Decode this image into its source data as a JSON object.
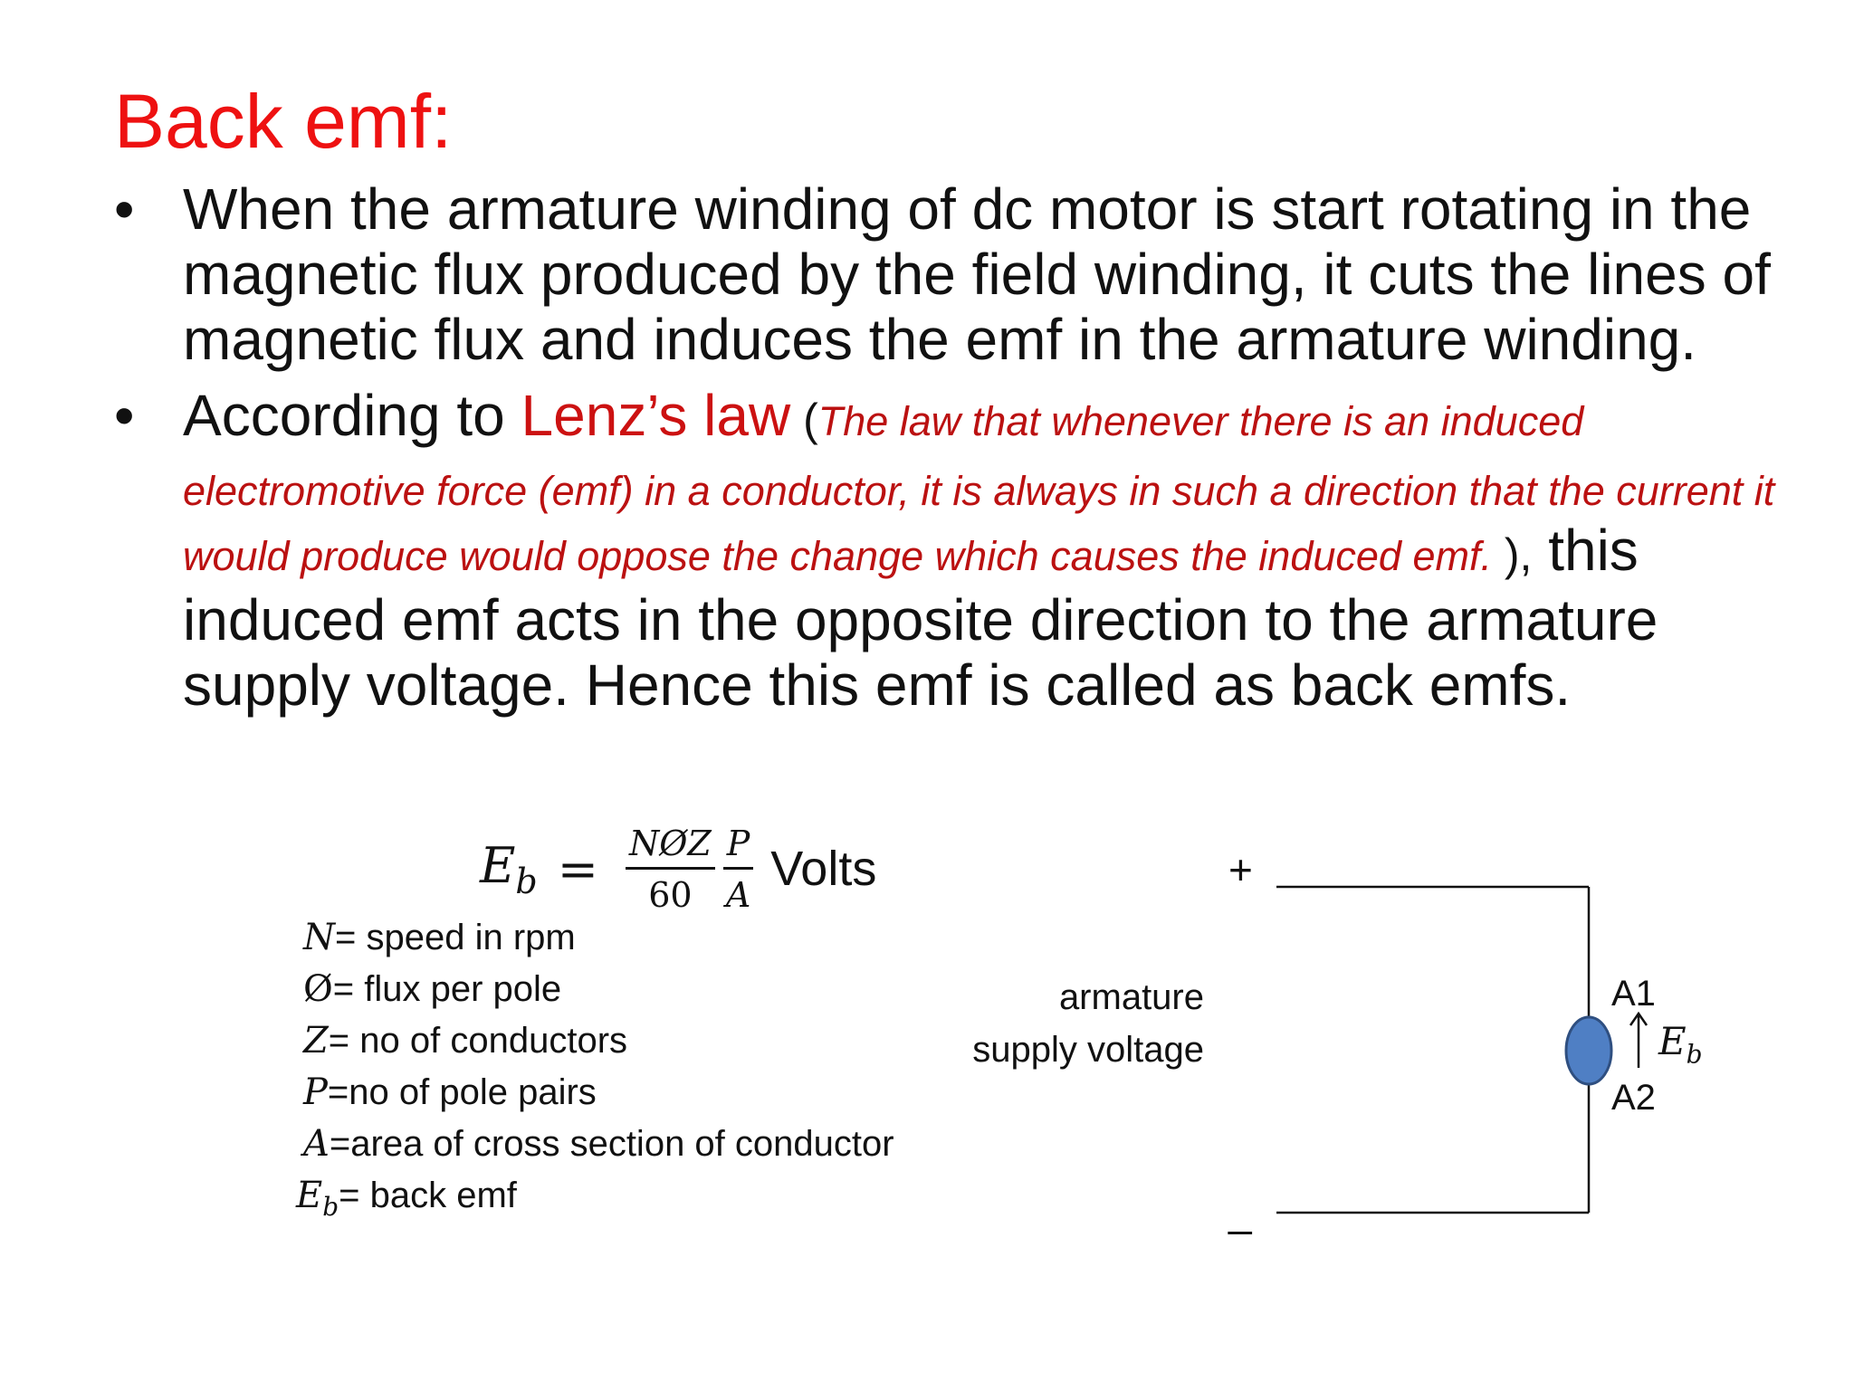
{
  "slide": {
    "title": "Back emf:",
    "bullets": [
      {
        "text": "When the armature winding of dc motor is start rotating in the magnetic flux produced by the field winding, it cuts the lines of magnetic flux and induces the emf in the armature winding."
      },
      {
        "prefix": "According to ",
        "highlight": "Lenz’s law",
        "paren_open": " (",
        "definition": "The law that whenever there is an induced electromotive force (emf) in a conductor, it is always in such a direction that the current it would produce would oppose the change which causes the induced emf.",
        "paren_close": " ),",
        "suffix": " this induced emf acts in the opposite direction to the armature supply voltage. Hence this emf is called as back emfs."
      }
    ],
    "formula": {
      "lhs": "E",
      "lhs_sub": "b",
      "equals": "=",
      "numerator_1": "NØZ",
      "denominator_1": "60",
      "numerator_2": "P",
      "denominator_2": "A",
      "unit": "Volts"
    },
    "definitions": [
      {
        "symbol": "N",
        "sub": "",
        "text": "= speed in rpm"
      },
      {
        "symbol": "Ø",
        "sub": "",
        "text": "= flux per pole"
      },
      {
        "symbol": "Z",
        "sub": "",
        "text": "= no of conductors"
      },
      {
        "symbol": "P",
        "sub": "",
        "text": "=no of pole pairs"
      },
      {
        "symbol": "A",
        "sub": "",
        "text": "=area of cross section of conductor"
      },
      {
        "symbol": "E",
        "sub": "b",
        "text": "= back emf"
      }
    ],
    "circuit": {
      "plus": "+",
      "minus": "_",
      "supply_label_line1": "armature",
      "supply_label_line2": "supply voltage",
      "terminal_top": "A1",
      "terminal_bottom": "A2",
      "emf_symbol": "E",
      "emf_sub": "b",
      "armature_color": "#4f7fc4"
    }
  }
}
